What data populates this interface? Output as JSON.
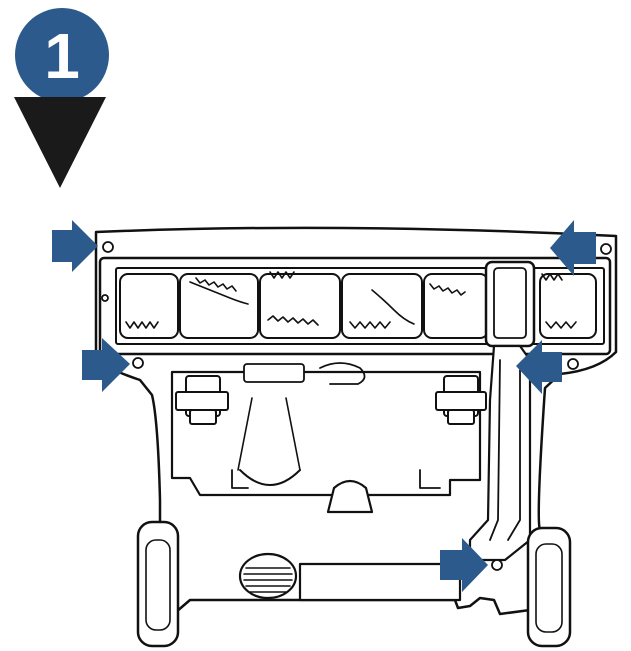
{
  "step": {
    "number": "1",
    "badge_color": "#2c5a8c",
    "badge_text_color": "#ffffff",
    "pointer_color": "#1a1a1a"
  },
  "diagram": {
    "line_color": "#111111",
    "fill_color": "#ffffff",
    "arrow_color": "#2c5a8c",
    "screw_count": 6,
    "icons": [
      "step-badge",
      "pointer-triangle",
      "screw-arrow",
      "screw-icon",
      "brush-roll",
      "wheel"
    ]
  }
}
